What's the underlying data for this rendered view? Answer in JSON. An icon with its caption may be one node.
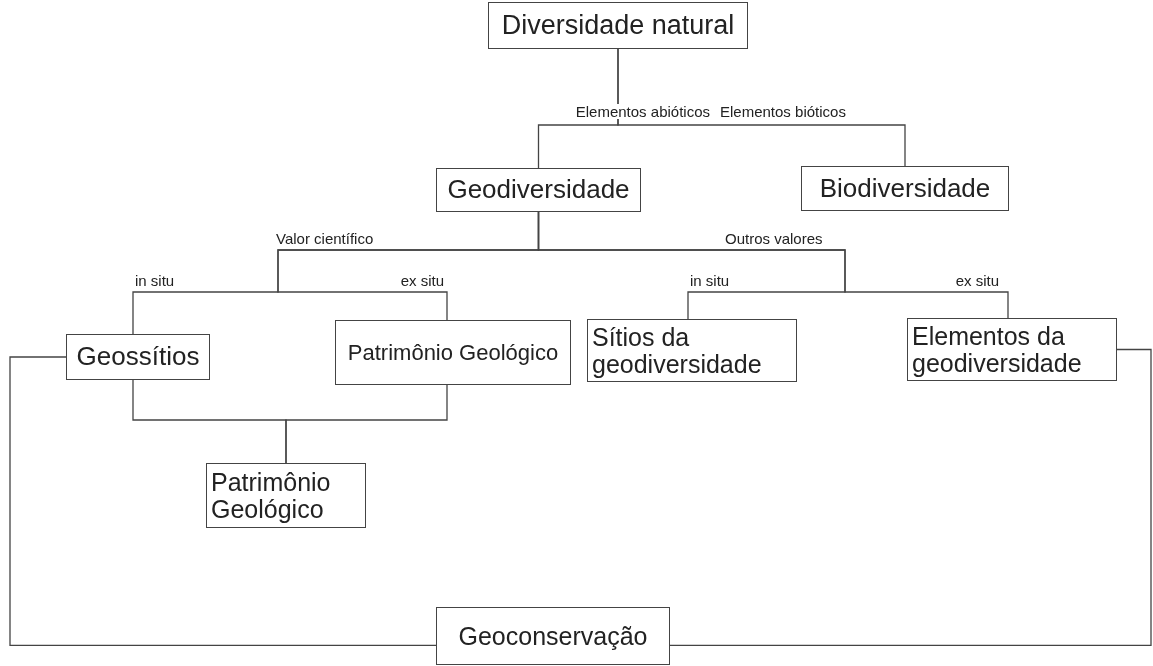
{
  "diagram": {
    "nodes": [
      {
        "text": [
          "Diversidade natural"
        ]
      },
      {
        "text": [
          "Geodiversidade"
        ]
      },
      {
        "text": [
          "Biodiversidade"
        ]
      },
      {
        "text": [
          "Geossítios"
        ]
      },
      {
        "text": [
          "Patrimônio Geológico"
        ]
      },
      {
        "text": [
          "Sítios da geodiversidade"
        ]
      },
      {
        "text": [
          "Elementos da geodiversidade"
        ]
      },
      {
        "text": [
          "Patrimônio Geológico"
        ]
      },
      {
        "text": [
          "Geoconservação"
        ]
      }
    ],
    "edges": [
      {
        "from": 0,
        "to": 1,
        "arrow": "none",
        "label": "Elementos abióticos"
      },
      {
        "from": 0,
        "to": 2,
        "arrow": "none",
        "label": "Elementos bióticos"
      },
      {
        "from": 1,
        "to": 3,
        "arrow": "none",
        "label": "in situ"
      },
      {
        "from": 1,
        "to": 4,
        "arrow": "none",
        "label": "ex situ"
      },
      {
        "from": 1,
        "to": 5,
        "arrow": "none",
        "label": "in situ"
      },
      {
        "from": 1,
        "to": 6,
        "arrow": "none",
        "label": "ex situ"
      },
      {
        "from": 3,
        "to": 7,
        "arrow": "none"
      },
      {
        "from": 4,
        "to": 7,
        "arrow": "none"
      },
      {
        "from": 3,
        "to": 8,
        "arrow": "none"
      },
      {
        "from": 6,
        "to": 8,
        "arrow": "none"
      }
    ],
    "labels": [
      "Valor científico",
      "Outros valores"
    ]
  }
}
